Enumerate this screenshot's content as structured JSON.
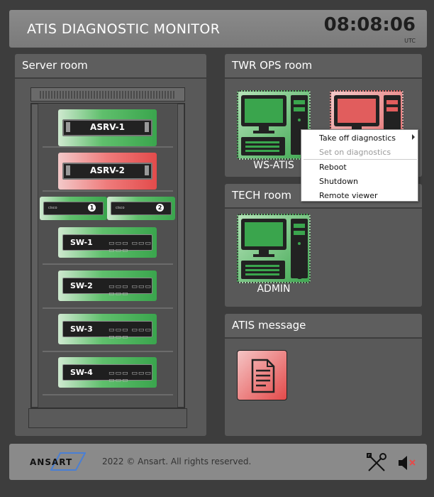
{
  "header": {
    "title": "ATIS DIAGNOSTIC MONITOR",
    "clock": "08:08:06",
    "timezone": "UTC"
  },
  "panels": {
    "server_room": "Server room",
    "twr_ops_room": "TWR OPS room",
    "tech_room": "TECH room",
    "atis_message": "ATIS message"
  },
  "servers": [
    {
      "label": "ASRV-1",
      "status": "ok"
    },
    {
      "label": "ASRV-2",
      "status": "error"
    }
  ],
  "cisco": [
    {
      "brand": "cisco",
      "number": "1",
      "status": "ok"
    },
    {
      "brand": "cisco",
      "number": "2",
      "status": "ok"
    }
  ],
  "switches": [
    {
      "label": "SW-1",
      "status": "ok"
    },
    {
      "label": "SW-2",
      "status": "ok"
    },
    {
      "label": "SW-3",
      "status": "ok"
    },
    {
      "label": "SW-4",
      "status": "ok"
    }
  ],
  "workstations": [
    {
      "label": "WS-ATIS",
      "status": "ok"
    },
    {
      "label": "",
      "status": "error"
    },
    {
      "label": "ADMIN",
      "status": "ok"
    }
  ],
  "context_menu": {
    "items": [
      {
        "label": "Take off diagnostics",
        "enabled": true
      },
      {
        "label": "Set on diagnostics",
        "enabled": false
      },
      {
        "label": "Reboot",
        "enabled": true
      },
      {
        "label": "Shutdown",
        "enabled": true
      },
      {
        "label": "Remote viewer",
        "enabled": true
      }
    ]
  },
  "footer": {
    "brand": "ANSART",
    "copyright": "2022 © Ansart. All rights reserved."
  },
  "icons": {
    "settings": "tools-icon",
    "sound": "speaker-muted-icon",
    "message": "document-icon"
  },
  "colors": {
    "ok": "#3aa54d",
    "error": "#e34b4b",
    "accent": "#4a7fd4"
  }
}
